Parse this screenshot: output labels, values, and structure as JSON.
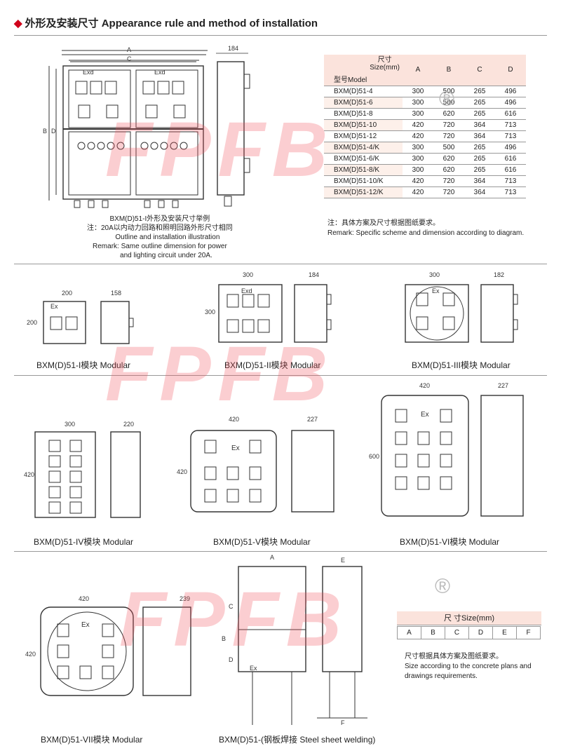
{
  "header": {
    "title": "外形及安装尺寸 Appearance rule and method of installation"
  },
  "main_diagram": {
    "dims": {
      "a": "A",
      "c": "C",
      "b": "B",
      "d": "D",
      "side": "184",
      "exd_left": "Exd",
      "exd_right": "Exd"
    },
    "caption": [
      "BXM(D)51-I外形及安装尺寸举例",
      "注：20A以内动力回路和照明回路外形尺寸相同",
      "Outline and installation illustration",
      "Remark: Same outline dimension for power",
      "and lighting circuit under 20A."
    ]
  },
  "table1": {
    "header_cn": "尺寸",
    "header_size": "Size(mm)",
    "header_model": "型号Model",
    "cols": [
      "A",
      "B",
      "C",
      "D"
    ],
    "rows": [
      [
        "BXM(D)51-4",
        "300",
        "500",
        "265",
        "496"
      ],
      [
        "BXM(D)51-6",
        "300",
        "500",
        "265",
        "496"
      ],
      [
        "BXM(D)51-8",
        "300",
        "620",
        "265",
        "616"
      ],
      [
        "BXM(D)51-10",
        "420",
        "720",
        "364",
        "713"
      ],
      [
        "BXM(D)51-12",
        "420",
        "720",
        "364",
        "713"
      ],
      [
        "BXM(D)51-4/K",
        "300",
        "500",
        "265",
        "496"
      ],
      [
        "BXM(D)51-6/K",
        "300",
        "620",
        "265",
        "616"
      ],
      [
        "BXM(D)51-8/K",
        "300",
        "620",
        "265",
        "616"
      ],
      [
        "BXM(D)51-10/K",
        "420",
        "720",
        "364",
        "713"
      ],
      [
        "BXM(D)51-12/K",
        "420",
        "720",
        "364",
        "713"
      ]
    ],
    "note_cn": "注：具体方案及尺寸根据图纸要求。",
    "note_en": "Remark: Specific scheme and dimension according to diagram."
  },
  "modules": {
    "m1": {
      "label": "BXM(D)51-I模块 Modular",
      "w": "200",
      "h": "200",
      "side": "158",
      "ex": "Ex"
    },
    "m2": {
      "label": "BXM(D)51-II模块 Modular",
      "w": "300",
      "h": "300",
      "side": "184",
      "ex": "Exd"
    },
    "m3": {
      "label": "BXM(D)51-III模块 Modular",
      "w": "300",
      "side": "182",
      "ex": "Ex"
    },
    "m4": {
      "label": "BXM(D)51-IV模块 Modular",
      "w": "300",
      "h": "420",
      "side": "220"
    },
    "m5": {
      "label": "BXM(D)51-V模块 Modular",
      "w": "420",
      "h": "420",
      "side": "227",
      "ex": "Ex"
    },
    "m6": {
      "label": "BXM(D)51-VI模块 Modular",
      "w": "420",
      "h": "600",
      "side": "227",
      "ex": "Ex"
    },
    "m7": {
      "label": "BXM(D)51-VII模块 Modular",
      "w": "420",
      "h": "420",
      "side": "239",
      "ex": "Ex"
    },
    "m8": {
      "label": "BXM(D)51-(钢板焊接 Steel sheet welding)",
      "a": "A",
      "b": "B",
      "c": "C",
      "d": "D",
      "e": "E",
      "f": "F",
      "ex": "Ex"
    }
  },
  "table2": {
    "header": "尺 寸Size(mm)",
    "cols": [
      "A",
      "B",
      "C",
      "D",
      "E",
      "F"
    ],
    "note_cn": "尺寸根据具体方案及图纸要求。",
    "note_en1": "Size according to the concrete plans and",
    "note_en2": "drawings requirements."
  },
  "watermark": {
    "text": "FPFB",
    "reg": "®"
  }
}
